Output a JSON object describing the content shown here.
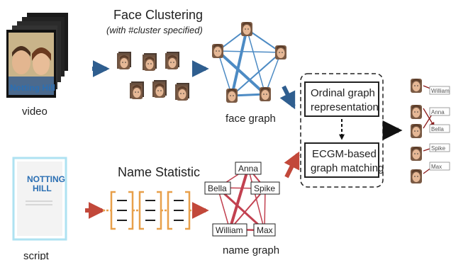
{
  "colors": {
    "blue_arrow": "#2f5e8f",
    "red_arrow": "#c2483a",
    "face_edge": "#4d8bc4",
    "name_edge": "#c24150",
    "bracket": "#e8a04a",
    "output_arrow": "#8b1a1a"
  },
  "labels": {
    "video": "video",
    "script": "script",
    "face_clustering": "Face Clustering",
    "cluster_note": "(with #cluster specified)",
    "face_graph": "face graph",
    "name_statistic": "Name Statistic",
    "name_graph": "name graph",
    "ordinal_box": [
      "Ordinal graph",
      "representation"
    ],
    "ecgm_box": [
      "ECGM-based",
      "graph matching"
    ],
    "video_poster_title": "Notting Hill",
    "script_cover_title": [
      "NOTTING",
      "HILL"
    ]
  },
  "name_nodes": [
    "Anna",
    "Bella",
    "Spike",
    "William",
    "Max"
  ],
  "output_names": [
    "William",
    "Anna",
    "Bella",
    "Spike",
    "Max"
  ]
}
